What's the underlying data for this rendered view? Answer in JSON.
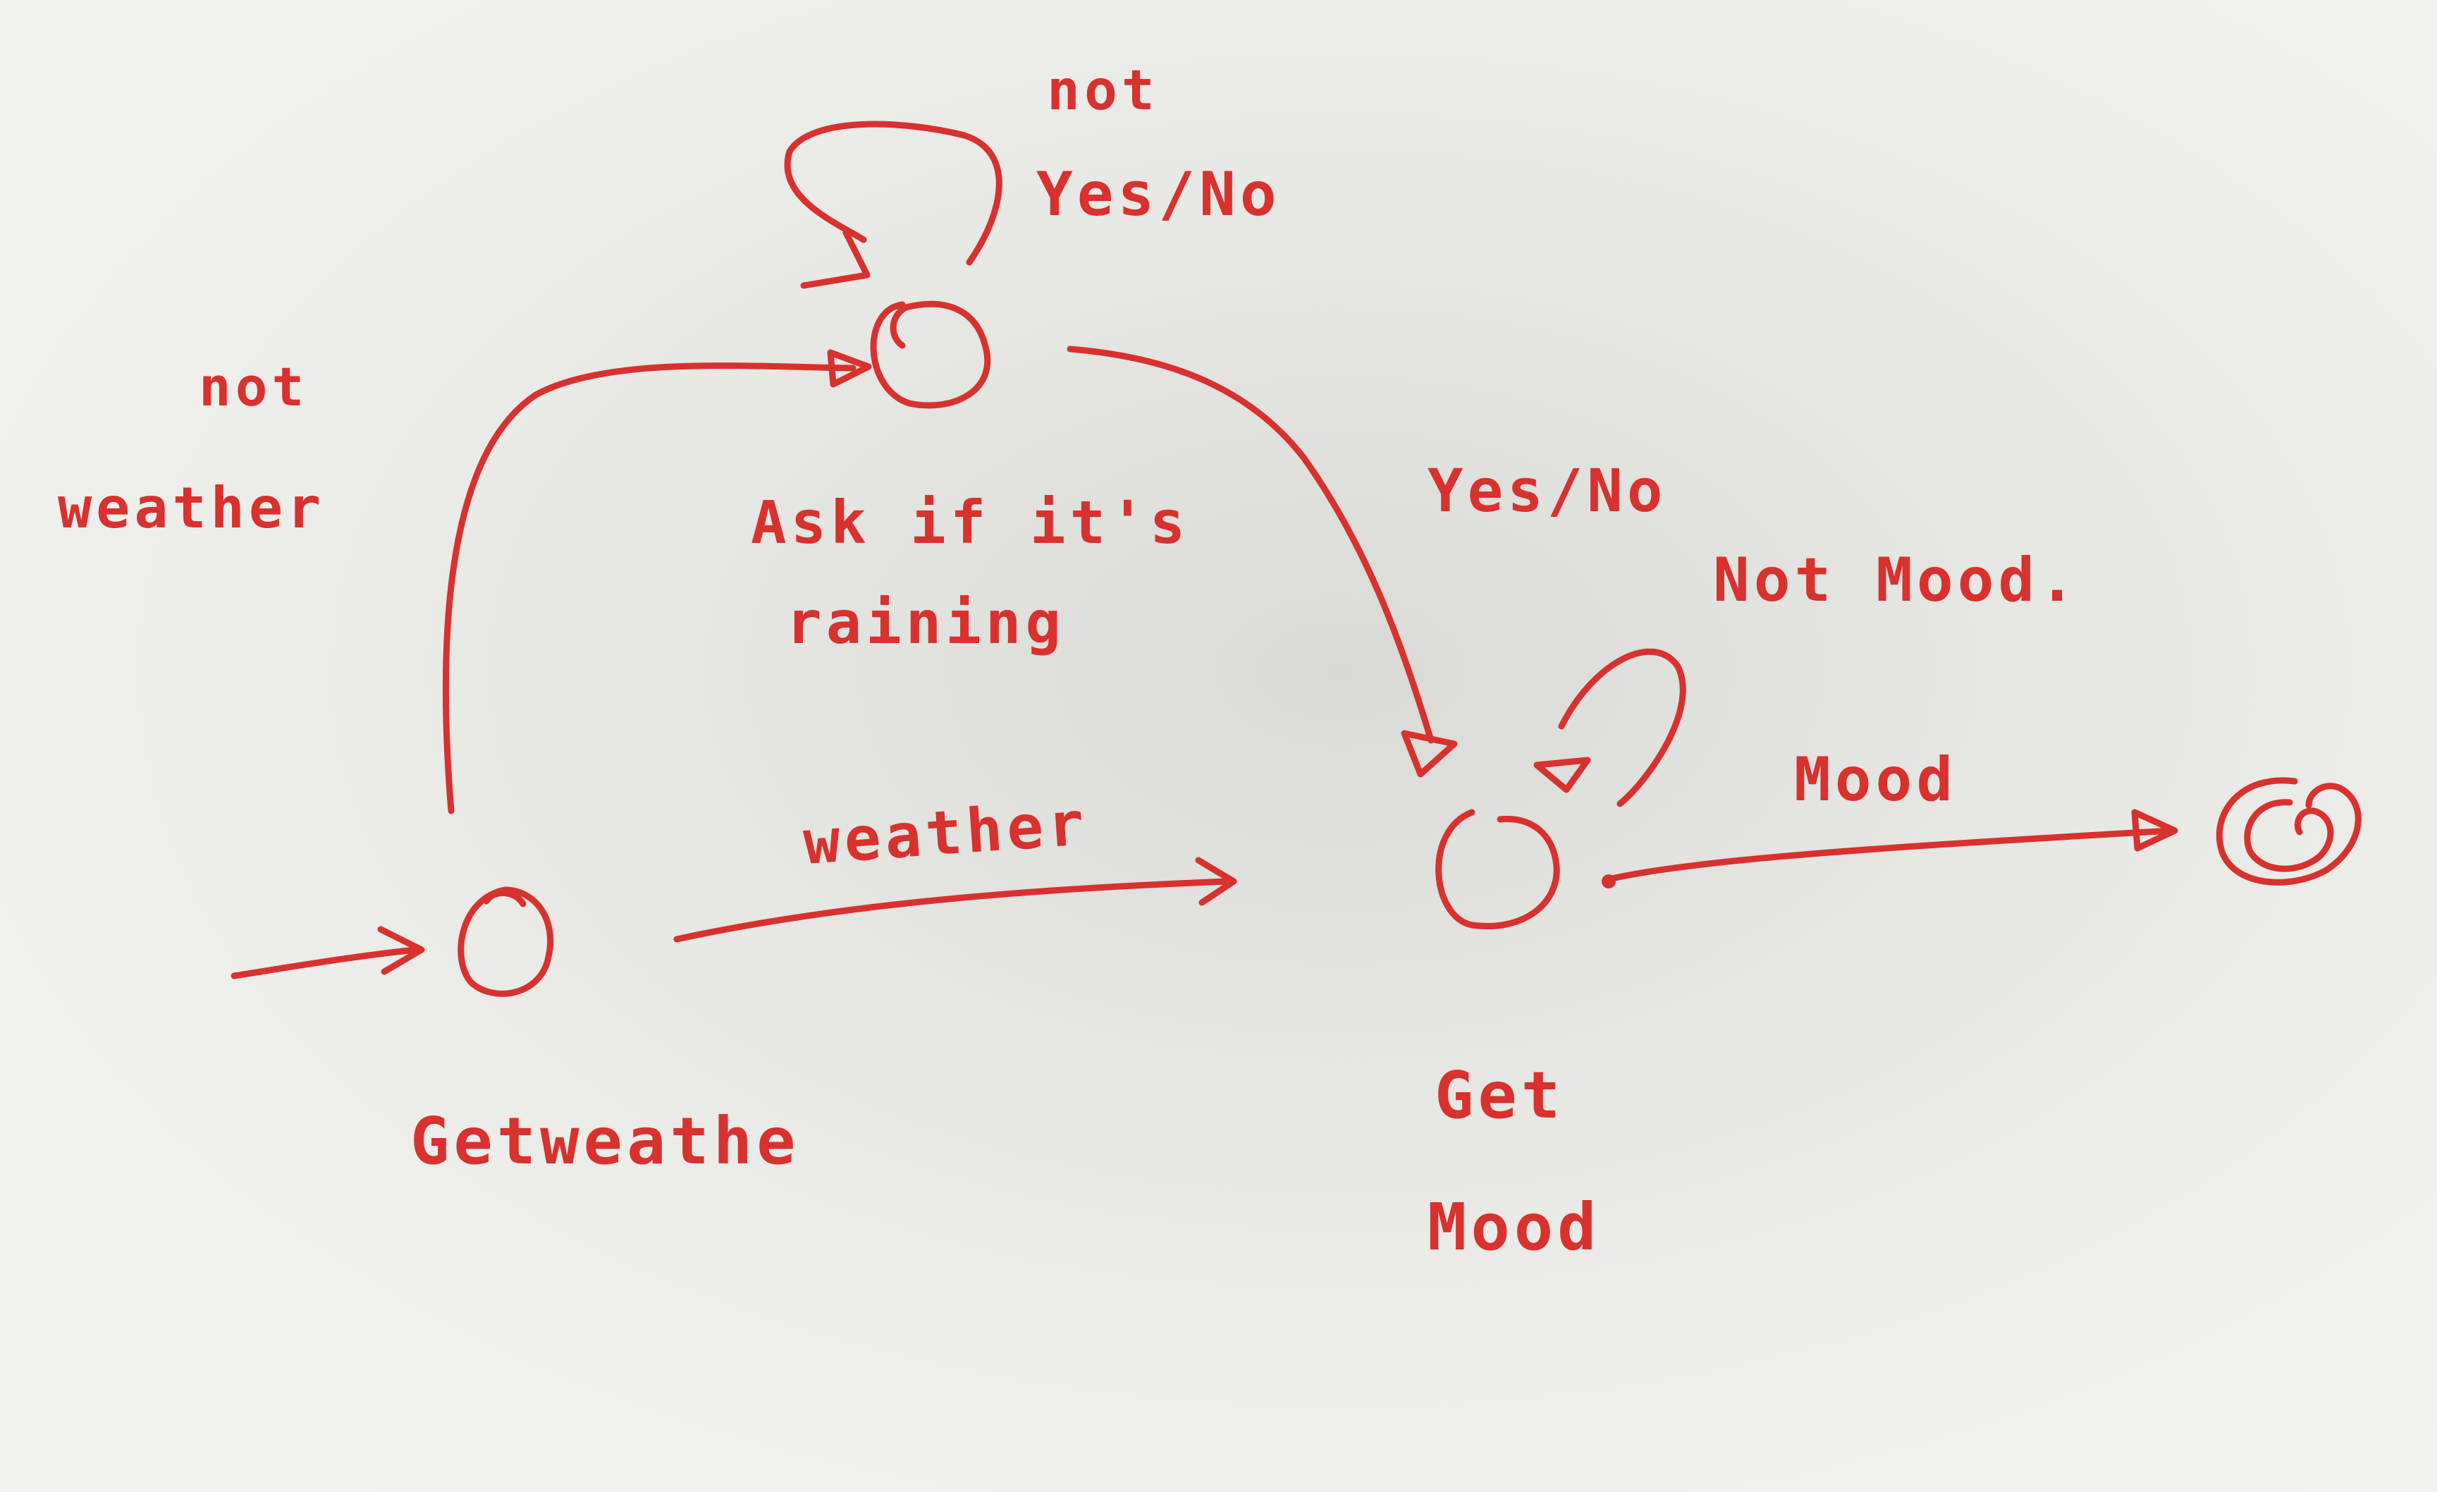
{
  "states": {
    "get_weather": {
      "label": "Getweathe"
    },
    "ask_raining": {
      "label_line1": "Ask if it's",
      "label_line2": "raining"
    },
    "get_mood": {
      "label_line1": "Get",
      "label_line2": "Mood"
    },
    "final": {
      "label": ""
    }
  },
  "transitions": {
    "start": {
      "label": ""
    },
    "not_weather": {
      "label_line1": "not",
      "label_line2": "weather"
    },
    "weather": {
      "label": "weather"
    },
    "not_yes_no": {
      "label_line1": "not",
      "label_line2": "Yes/No"
    },
    "yes_no": {
      "label": "Yes/No"
    },
    "not_mood": {
      "label": "Not Mood."
    },
    "mood": {
      "label": "Mood"
    }
  },
  "colors": {
    "ink": "#d8312e",
    "paper": "#ececea"
  }
}
